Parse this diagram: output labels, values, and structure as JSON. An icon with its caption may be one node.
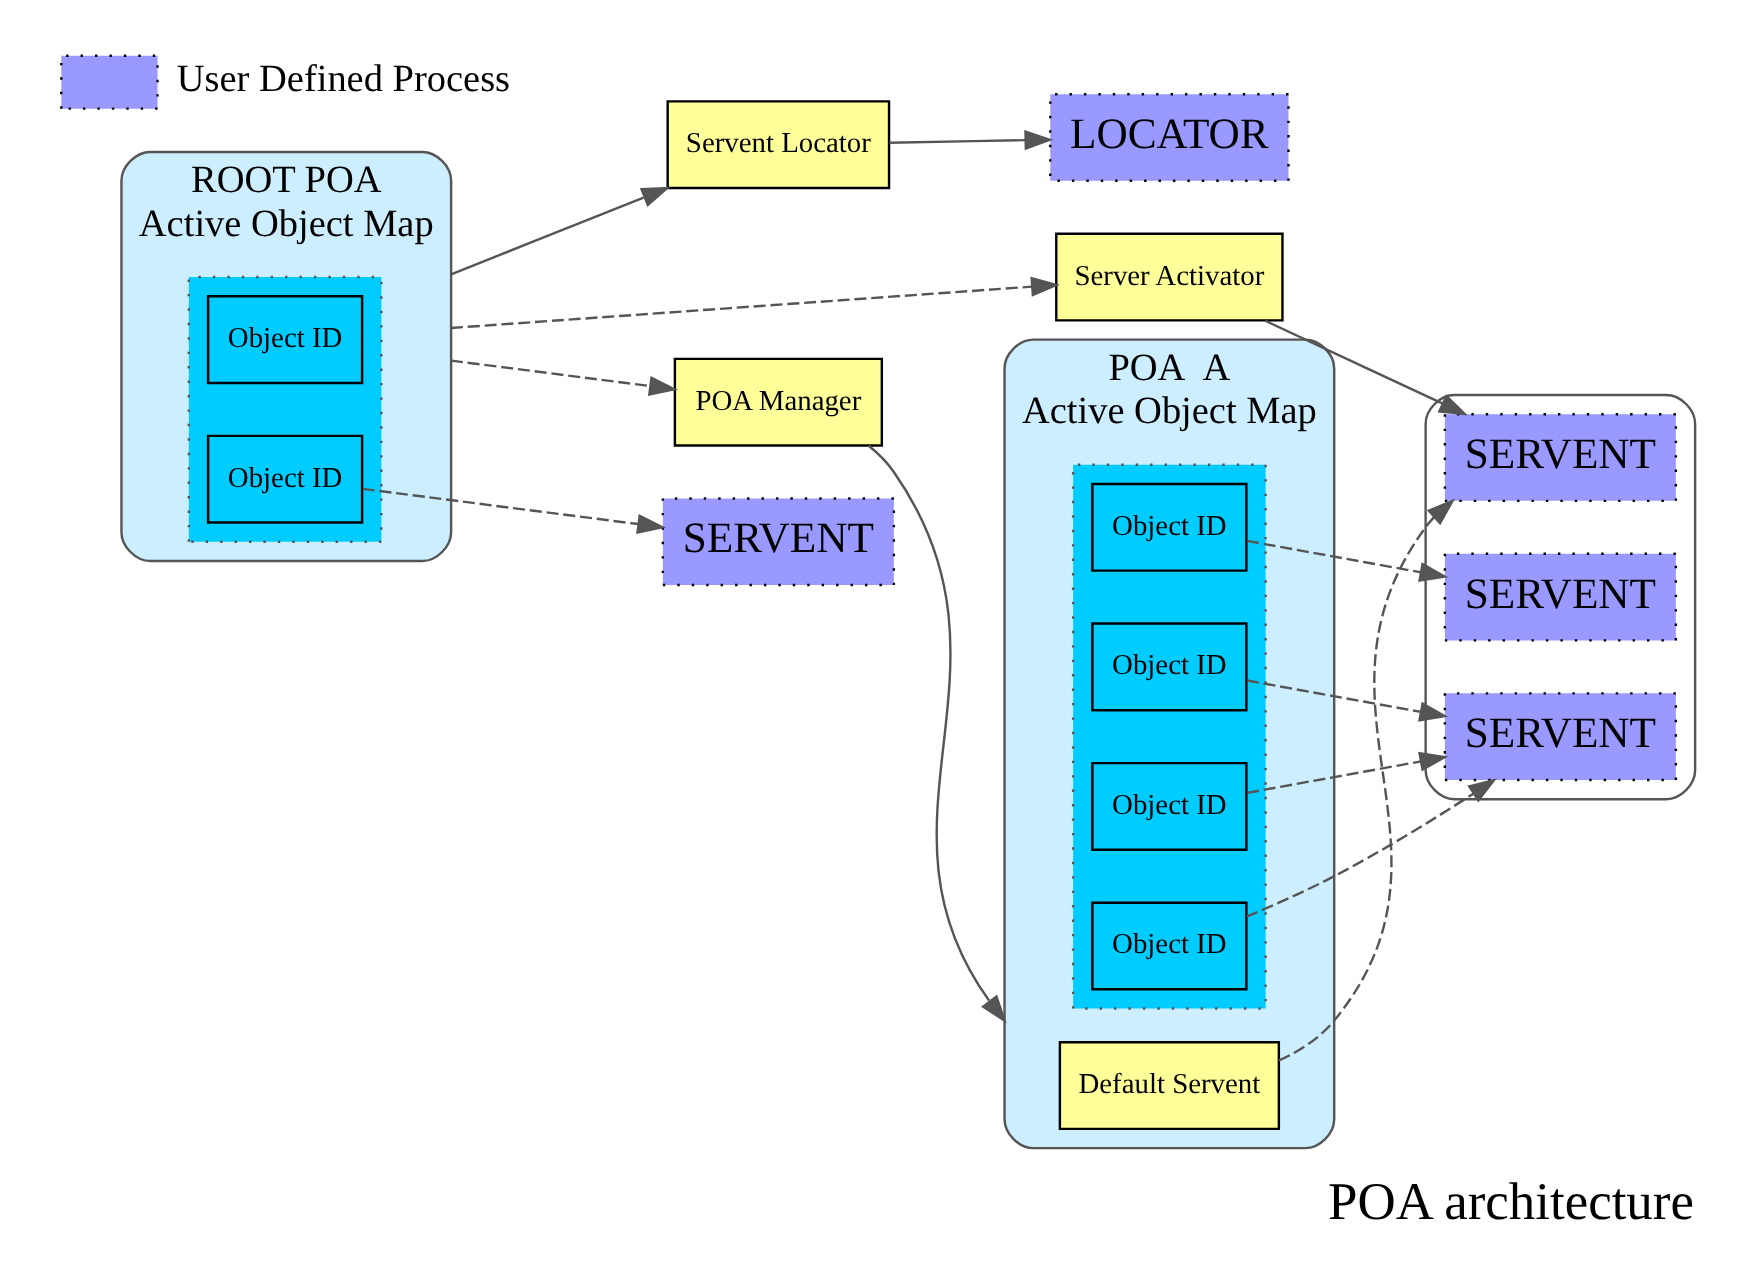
{
  "diagram": {
    "caption": "POA architecture",
    "nodes": [
      {
        "text": [
          "Servent Locator"
        ]
      },
      {
        "text": [
          "LOCATOR"
        ]
      },
      {
        "text": [
          "Server Activator"
        ]
      },
      {
        "text": [
          "POA Manager"
        ]
      },
      {
        "text": [
          "POA  A",
          "Active Object Map"
        ]
      },
      {
        "text": [
          "Default Servent"
        ],
        "in": 4
      },
      {
        "text": [],
        "shape": "box",
        "in": 4
      },
      {
        "text": [
          "Object ID"
        ],
        "in": 6
      },
      {
        "text": [
          "Object ID"
        ],
        "in": 6
      },
      {
        "text": [
          "Object ID"
        ],
        "in": 6
      },
      {
        "text": [
          "Object ID"
        ],
        "in": 6
      },
      {
        "text": [],
        "shape": "ellipse"
      },
      {
        "text": [
          "SERVENT"
        ],
        "in": 11
      },
      {
        "text": [
          "SERVENT"
        ],
        "in": 11
      },
      {
        "text": [
          "SERVENT"
        ],
        "in": 11
      },
      {
        "text": [
          "ROOT POA",
          "Active Object Map"
        ]
      },
      {
        "text": [],
        "shape": "box",
        "in": 15
      },
      {
        "text": [
          "Object ID"
        ],
        "in": 16
      },
      {
        "text": [
          "Object ID"
        ],
        "in": 16
      },
      {
        "text": [
          "SERVENT"
        ]
      }
    ],
    "edges": [
      {
        "from": 15,
        "to": 0,
        "arrow": "to"
      },
      {
        "from": 15,
        "to": 2,
        "arrow": "to",
        "style": "dashed"
      },
      {
        "from": 15,
        "to": 3,
        "arrow": "to",
        "style": "dashed"
      },
      {
        "from": 0,
        "to": 1,
        "arrow": "to"
      },
      {
        "from": 2,
        "to": 12,
        "arrow": "to"
      },
      {
        "from": 3,
        "to": 4,
        "arrow": "to"
      },
      {
        "from": 5,
        "to": 12,
        "arrow": "to",
        "style": "dashed"
      },
      {
        "from": 7,
        "to": 13,
        "arrow": "to",
        "style": "dashed"
      },
      {
        "from": 8,
        "to": 14,
        "arrow": "to",
        "style": "dashed"
      },
      {
        "from": 9,
        "to": 14,
        "arrow": "to",
        "style": "dashed"
      },
      {
        "from": 10,
        "to": 14,
        "arrow": "to",
        "style": "dashed"
      },
      {
        "from": 18,
        "to": 19,
        "arrow": "to",
        "style": "dashed"
      }
    ],
    "legend": [
      {
        "text": "User Defined Process",
        "color": "#9999ff"
      }
    ]
  }
}
